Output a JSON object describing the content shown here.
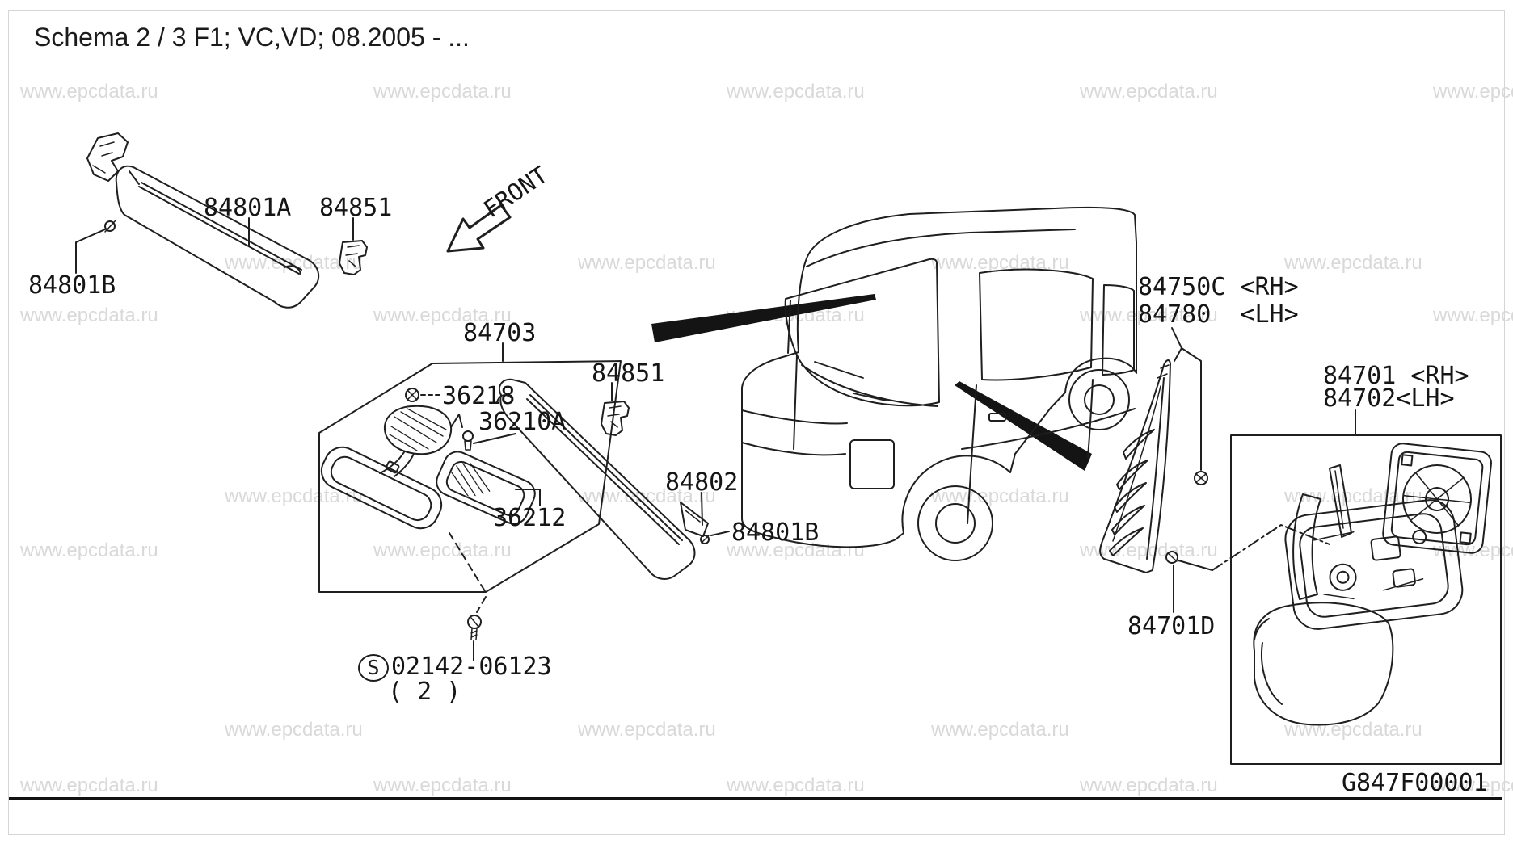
{
  "title": "Schema 2 / 3 F1; VC,VD; 08.2005 - ...",
  "watermark": {
    "text": "www.epcdata.ru"
  },
  "diagram_code": "G847F00001",
  "front_arrow_label": "FRONT",
  "labels": {
    "visor_rh": "84801A",
    "clip_1": "84851",
    "visor_bracket_1": "84801B",
    "mirror_box": "84703",
    "mirror_screw": "36218",
    "mirror_base": "36210A",
    "mirror_cover": "36212",
    "visor_lh": "84802",
    "clip_2": "84851",
    "visor_bracket_2": "84801B",
    "screw_spec_symbol": "S",
    "screw_spec": "02142-06123",
    "screw_spec_qty": "( 2 )",
    "corner_finisher_rh": "84750C <RH>",
    "corner_finisher_lh": "84780  <LH>",
    "door_mirror_rh": "84701 <RH>",
    "door_mirror_lh": "84702<LH>",
    "corner_screw": "84701D"
  }
}
